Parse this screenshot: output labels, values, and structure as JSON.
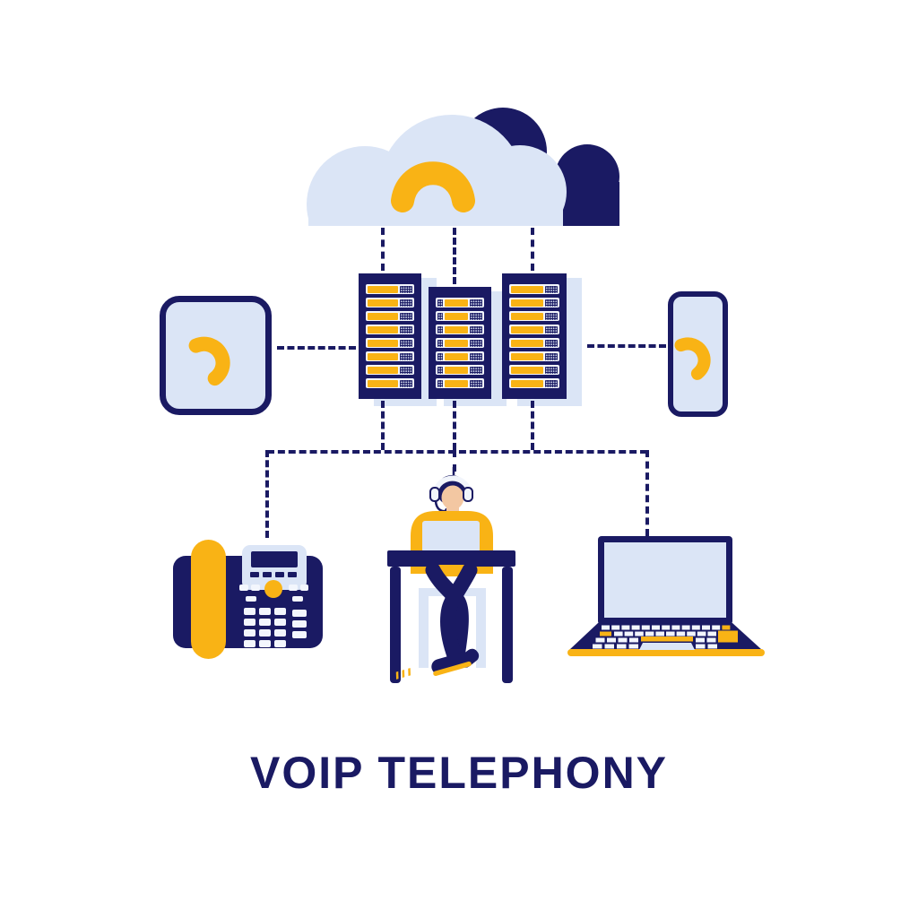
{
  "title": {
    "text": "VOIP TELEPHONY"
  },
  "palette": {
    "navy": "#1a1a63",
    "yellow": "#f9b315",
    "light_blue": "#dbe5f6",
    "panel_light": "#f3f6fd",
    "skin": "#f3c7a2",
    "headset_white": "#f2f5fb",
    "background": "#ffffff"
  },
  "diagram": {
    "cloud": {
      "label": "cloud telephony service",
      "icon": "phone-handset-icon"
    },
    "server_racks": [
      {
        "label": "server rack left",
        "slots": 8,
        "vents": "right"
      },
      {
        "label": "server rack middle",
        "slots": 7,
        "vents": "both"
      },
      {
        "label": "server rack right",
        "slots": 8,
        "vents": "right"
      }
    ],
    "devices": [
      {
        "label": "tablet",
        "icon": "phone-handset-icon"
      },
      {
        "label": "smartphone",
        "icon": "phone-handset-icon"
      },
      {
        "label": "desk phone"
      },
      {
        "label": "operator at desk with headset"
      },
      {
        "label": "laptop"
      }
    ],
    "connector_style": "dashed"
  }
}
